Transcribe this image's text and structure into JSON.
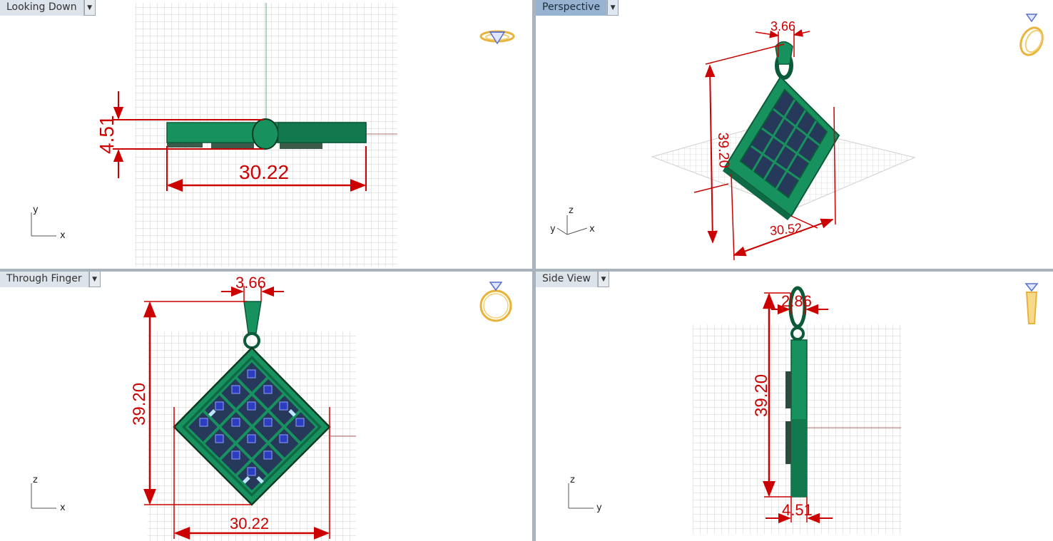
{
  "viewports": {
    "top": {
      "name": "Looking Down",
      "axis_h": "x",
      "axis_v": "y",
      "dims": {
        "width": "30.22",
        "height": "4.51"
      }
    },
    "perspective": {
      "name": "Perspective",
      "axis_x": "x",
      "axis_y": "y",
      "axis_z": "z",
      "dims": {
        "bail": "3.66",
        "height": "39.20",
        "width": "30.52"
      }
    },
    "front": {
      "name": "Through Finger",
      "axis_h": "x",
      "axis_v": "z",
      "dims": {
        "bail": "3.66",
        "height": "39.20",
        "width": "30.22"
      }
    },
    "side": {
      "name": "Side View",
      "axis_h": "y",
      "axis_v": "z",
      "dims": {
        "bail": "2.86",
        "height": "39.20",
        "depth": "4.51"
      }
    }
  },
  "icons": {
    "top": "ring-top-view-icon",
    "perspective": "ring-perspective-icon",
    "front": "ring-front-view-icon",
    "side": "ring-side-view-icon",
    "dropdown": "chevron-down-icon"
  },
  "colors": {
    "model": "#17925f",
    "model_dark": "#0b5a39",
    "dimension": "#cc0000",
    "grid": "#c8c8c8",
    "active_tab": "#97b3d1",
    "gem": "#2c3dbf",
    "ring_gold": "#e8b33a"
  }
}
